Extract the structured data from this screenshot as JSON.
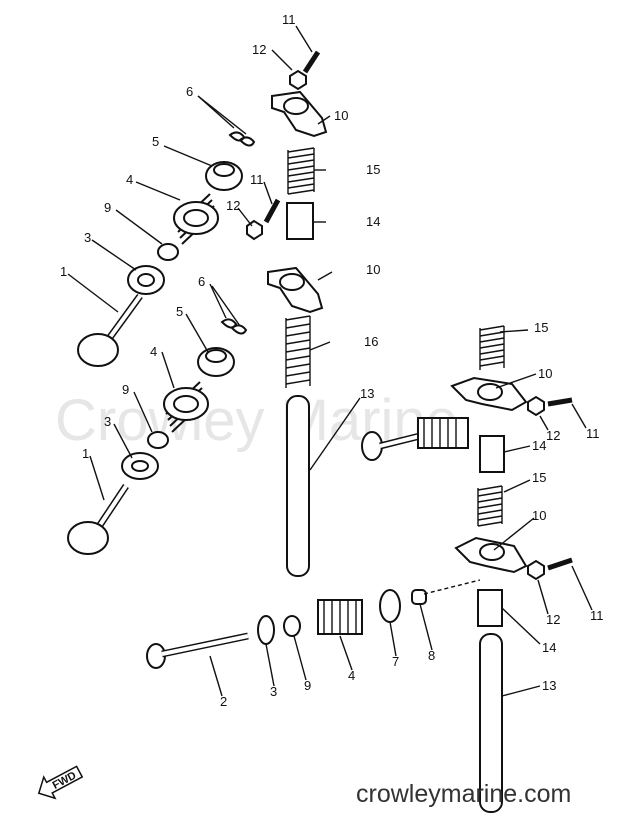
{
  "watermark": "Crowley Marine",
  "site": "crowleymarine.com",
  "fwd": "FWD",
  "labels": {
    "n11a": "11",
    "n12a": "12",
    "n6a": "6",
    "n10a": "10",
    "n5a": "5",
    "n15a": "15",
    "n4a": "4",
    "n11b": "11",
    "n12b": "12",
    "n14a": "14",
    "n9a": "9",
    "n3a": "3",
    "n10b": "10",
    "n1a": "1",
    "n6b": "6",
    "n5b": "5",
    "n16": "16",
    "n4b": "4",
    "n15b": "15",
    "n10c": "10",
    "n13a": "13",
    "n9b": "9",
    "n3b": "3",
    "n12c": "12",
    "n11c": "11",
    "n14b": "14",
    "n1b": "1",
    "n15c": "15",
    "n10d": "10",
    "n12d": "12",
    "n11d": "11",
    "n14c": "14",
    "n2": "2",
    "n3c": "3",
    "n9c": "9",
    "n4c": "4",
    "n7": "7",
    "n8": "8",
    "n13b": "13"
  }
}
